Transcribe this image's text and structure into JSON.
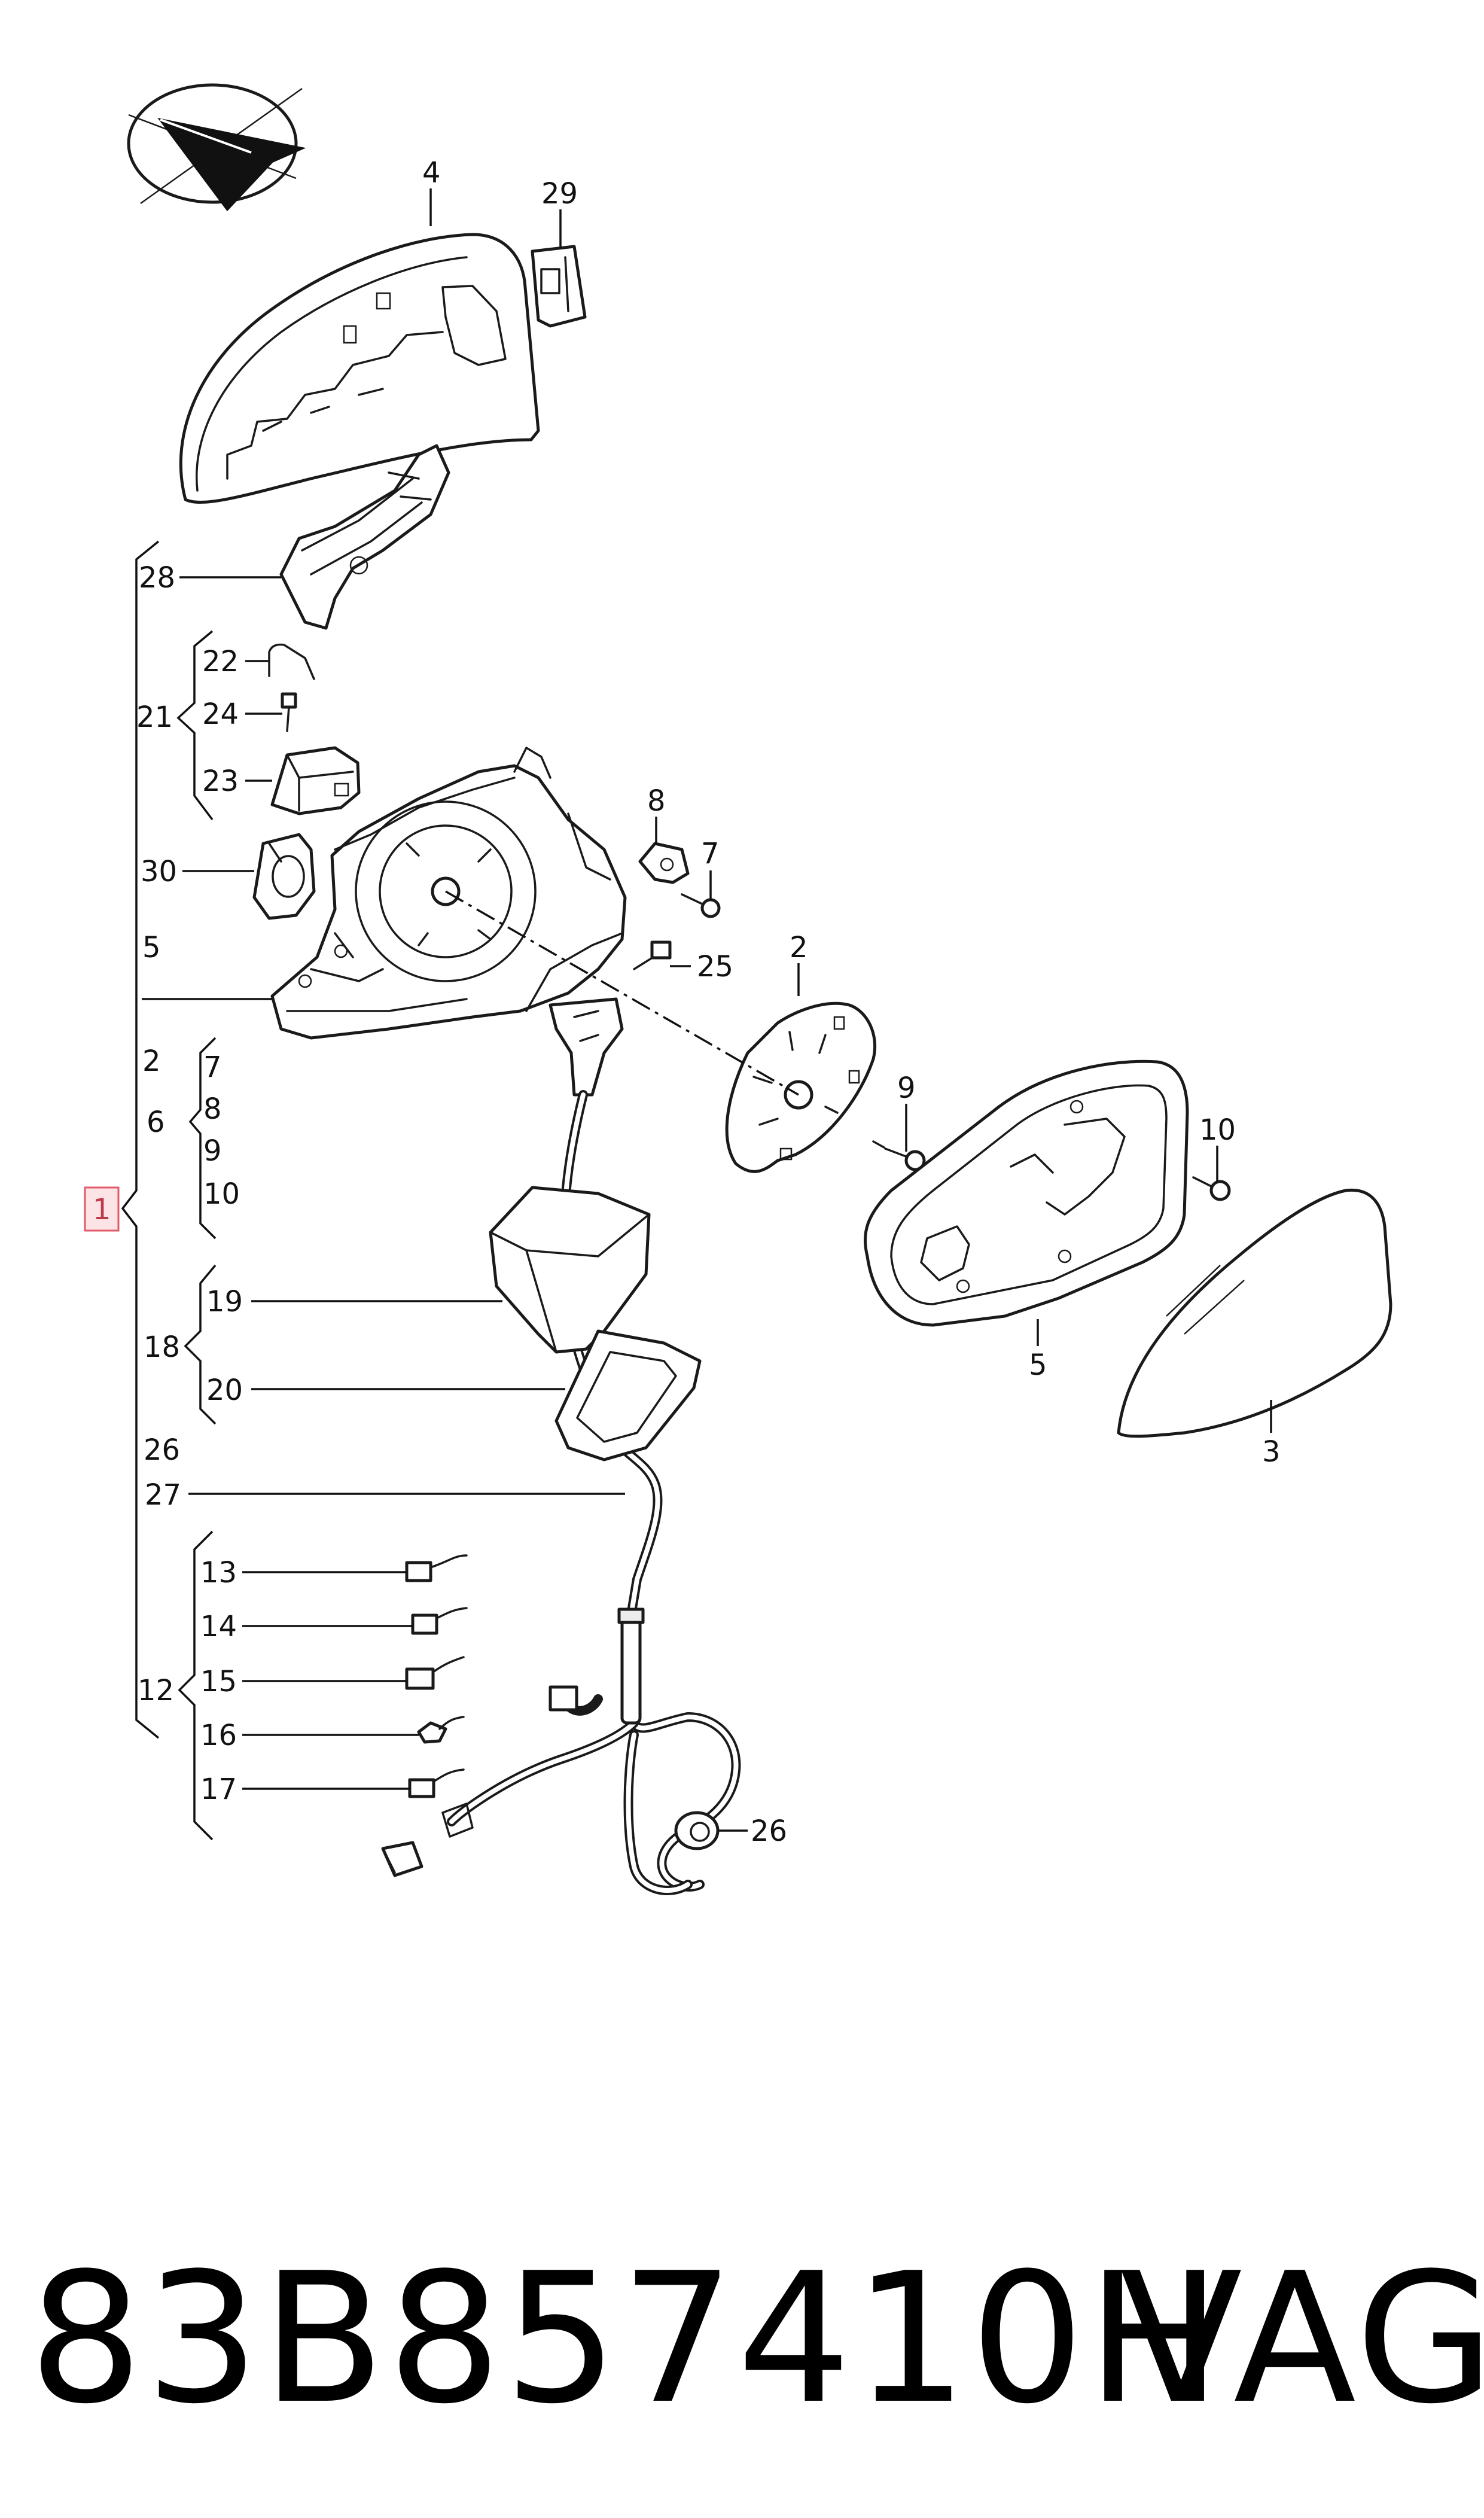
{
  "diagram": {
    "callouts": {
      "c4": "4",
      "c29": "29",
      "c28": "28",
      "c22": "22",
      "c21": "21",
      "c24": "24",
      "c23": "23",
      "c30": "30",
      "c8": "8",
      "c7a": "7",
      "c25": "25",
      "c5a": "5",
      "c2a": "2",
      "c9a": "9",
      "c10a": "10",
      "c2b": "2",
      "c7b": "7",
      "c8b": "8",
      "c6": "6",
      "c9b": "9",
      "c10b": "10",
      "c1": "1",
      "c5b": "5",
      "c3": "3",
      "c19": "19",
      "c18": "18",
      "c20": "20",
      "c26a": "26",
      "c27": "27",
      "c13": "13",
      "c14": "14",
      "c12": "12",
      "c15": "15",
      "c16": "16",
      "c17": "17",
      "c26b": "26"
    },
    "highlight_color": "#e05a6a"
  },
  "footer": {
    "part_number": "83B857410H",
    "brand": "VAG"
  }
}
